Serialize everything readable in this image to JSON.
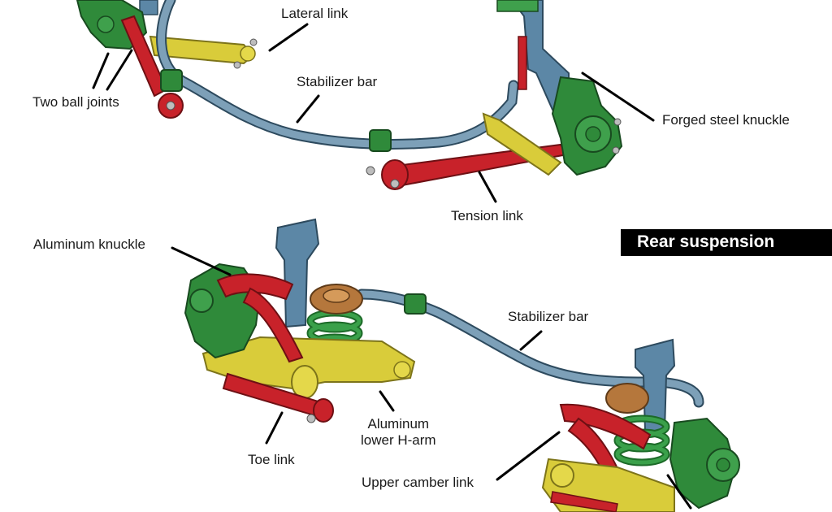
{
  "labels": {
    "lateral_link": "Lateral link",
    "two_ball_joints": "Two ball joints",
    "stabilizer_bar_front": "Stabilizer bar",
    "forged_steel_knuckle": "Forged steel knuckle",
    "tension_link": "Tension link",
    "aluminum_knuckle": "Aluminum knuckle",
    "rear_suspension": "Rear suspension",
    "stabilizer_bar_rear": "Stabilizer bar",
    "aluminum_lower_h_arm": "Aluminum\nlower H-arm",
    "toe_link": "Toe link",
    "upper_camber_link": "Upper camber link"
  },
  "colors": {
    "knuckle_green": "#2f8a3a",
    "link_red": "#c8222a",
    "arm_yellow": "#d9cc3a",
    "bar_blue": "#6f93ab",
    "strut_blue": "#5c87a6",
    "spring_green": "#3aa04a",
    "mount_tan": "#b5773c",
    "banner_black": "#000000"
  }
}
